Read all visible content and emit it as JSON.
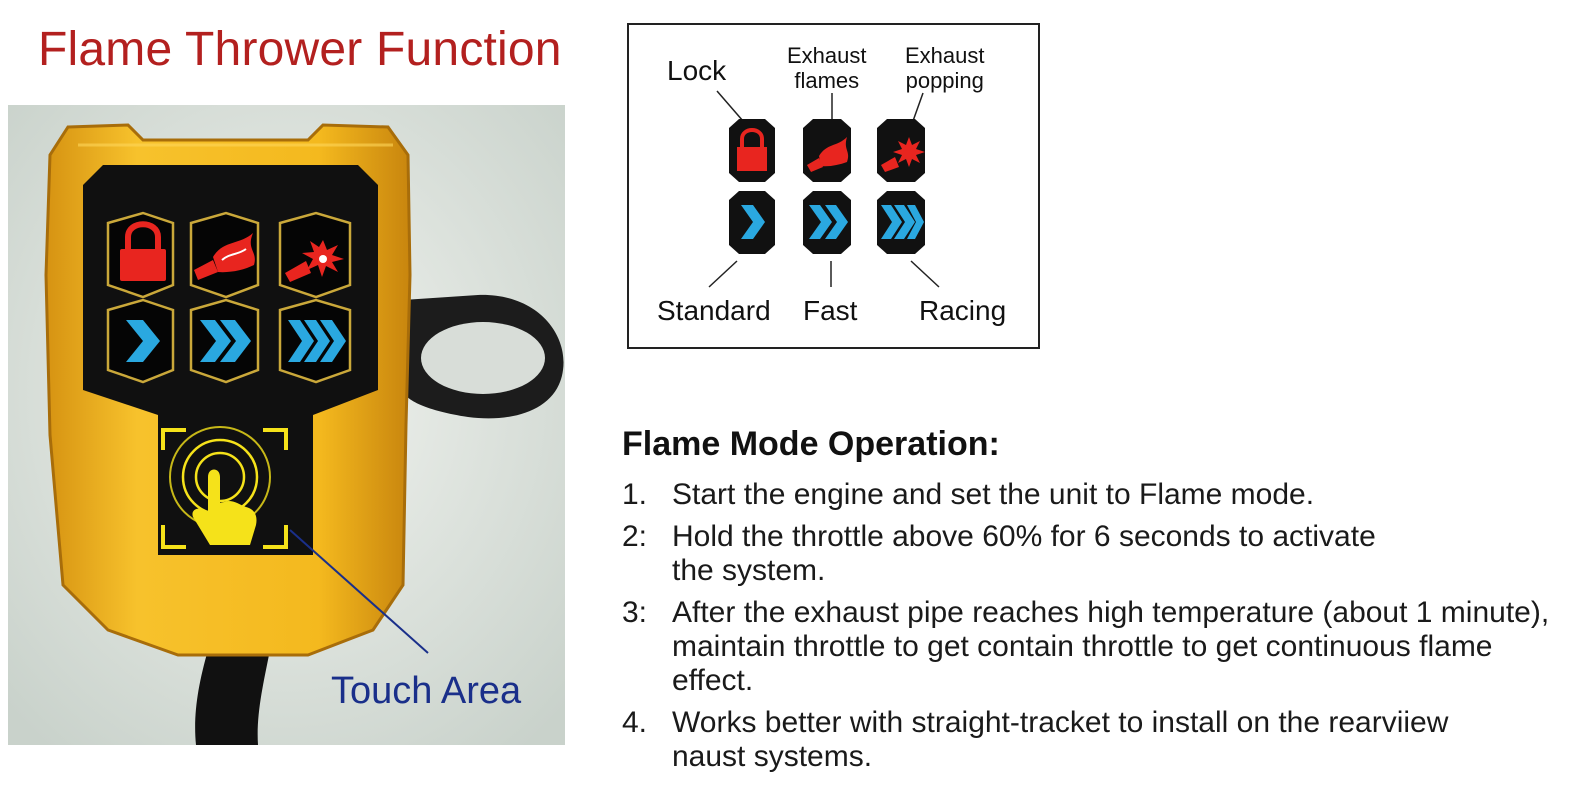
{
  "title": "Flame Thrower Function",
  "colors": {
    "title": "#b3201f",
    "remote_body": "#f0b41c",
    "panel": "#111111",
    "lock": "#e8251f",
    "chevron": "#2aa8e0",
    "touch_icon": "#f5e21a",
    "touch_label": "#1a2f8a"
  },
  "remote": {
    "buttons": [
      {
        "icon": "lock-icon"
      },
      {
        "icon": "exhaust-flames-icon"
      },
      {
        "icon": "exhaust-popping-icon"
      },
      {
        "icon": "standard-chevron-icon"
      },
      {
        "icon": "fast-chevron-icon"
      },
      {
        "icon": "racing-chevron-icon"
      }
    ],
    "touch_icon": "touch-hand-icon",
    "touch_label": "Touch Area"
  },
  "legend": {
    "labels": {
      "lock": "Lock",
      "exhaust_flames": "Exhaust\nflames",
      "exhaust_popping": "Exhaust\npopping",
      "standard": "Standard",
      "fast": "Fast",
      "racing": "Racing"
    }
  },
  "instructions": {
    "heading": "Flame Mode Operation:",
    "steps": [
      {
        "num": "1.",
        "text": "Start the engine and set the unit to Flame mode."
      },
      {
        "num": "2:",
        "text": "Hold the throttle above 60% for 6 seconds to activate the system."
      },
      {
        "num": "3:",
        "text": "After the exhaust pipe reaches high temperature (about 1 minute), maintain throttle to get contain throttle to get continuous flame effect."
      },
      {
        "num": "4.",
        "text": "Works better with straight-tracket to install on the rearviiew naust systems."
      }
    ]
  }
}
